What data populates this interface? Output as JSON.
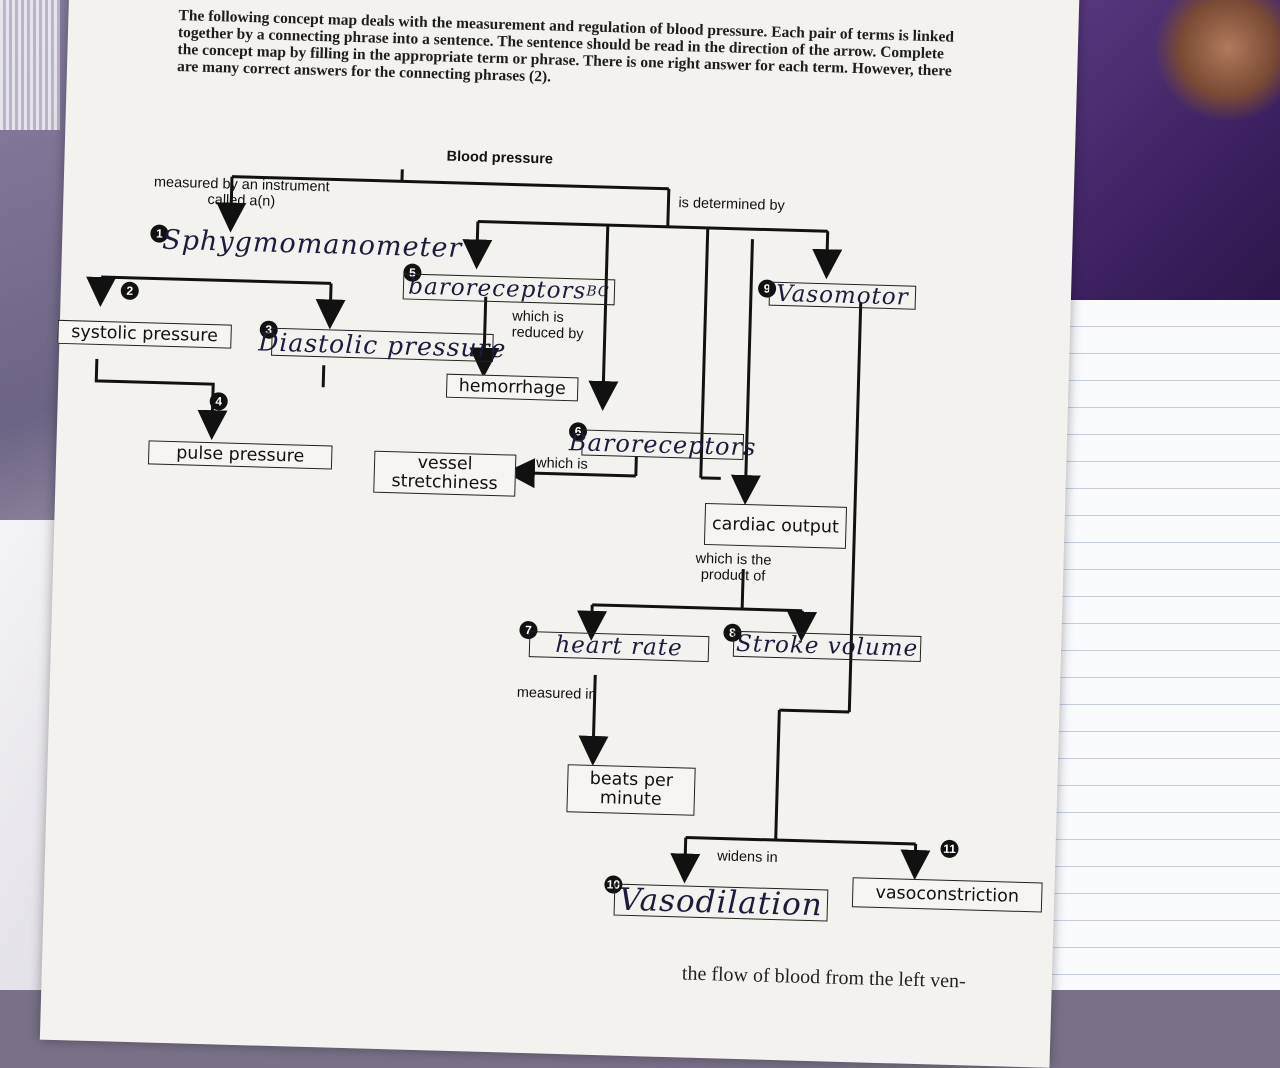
{
  "instructions": "The following concept map deals with the measurement and regulation of blood pressure. Each pair of terms is linked together by a connecting phrase into a sentence. The sentence should be read in the direction of the arrow. Complete the concept map by filling in the appropriate term or phrase. There is one right answer for each term. However, there are many correct answers for the connecting phrases (2).",
  "map": {
    "root": "Blood pressure",
    "measured_by": "measured by an instrument called a(n)",
    "determined_by": "is determined by",
    "reduced_by": "which is reduced by",
    "which_is": "which is",
    "product_of": "which is the product of",
    "measured_in": "measured in",
    "widens_in": "widens in"
  },
  "boxes": {
    "systolic": "systolic pressure",
    "pulse": "pulse pressure",
    "hemorrhage": "hemorrhage",
    "vessel": "vessel stretchiness",
    "cardiac": "cardiac output",
    "beats": "beats per minute",
    "vasoconstriction": "vasoconstriction"
  },
  "answers": {
    "a1": "Sphygmomanometer",
    "a3": "Diastolic pressure",
    "a5": "baroreceptors",
    "a5_note": "BC",
    "a6": "Baroreceptors",
    "a7": "heart rate",
    "a8": "Stroke volume",
    "a9": "Vasomotor",
    "a10": "Vasodilation"
  },
  "numbers": [
    "1",
    "2",
    "3",
    "4",
    "5",
    "6",
    "7",
    "8",
    "9",
    "10",
    "11"
  ],
  "bottom": "the flow of blood from the left ven-"
}
